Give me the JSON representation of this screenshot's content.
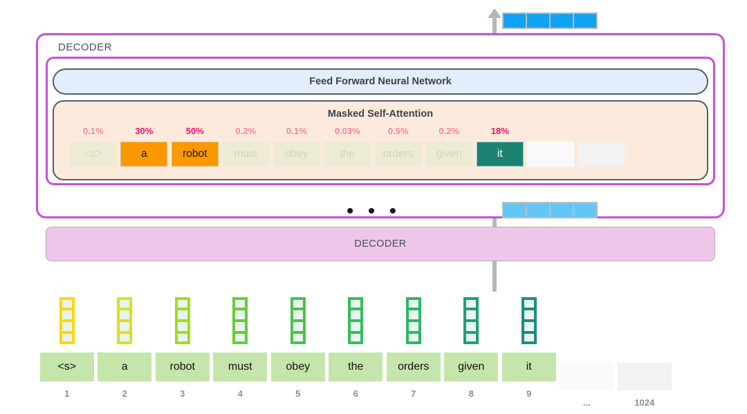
{
  "arrow": {
    "name": "output-flow-arrow"
  },
  "output_vector": {
    "label": "output-vector",
    "cells": 4,
    "color": "#12a2f2"
  },
  "mid_vector": {
    "label": "intermediate-vector",
    "cells": 4,
    "color": "#63c6f5"
  },
  "outer_decoder": {
    "label": "DECODER"
  },
  "ffnn": {
    "label": "Feed Forward Neural Network"
  },
  "masked_self_attention": {
    "title": "Masked Self-Attention",
    "columns": [
      {
        "pct": "0.1%",
        "token": "<s>",
        "state": "dim"
      },
      {
        "pct": "30%",
        "token": "a",
        "state": "hot"
      },
      {
        "pct": "50%",
        "token": "robot",
        "state": "hot"
      },
      {
        "pct": "0.2%",
        "token": "must",
        "state": "dim"
      },
      {
        "pct": "0.1%",
        "token": "obey",
        "state": "dim"
      },
      {
        "pct": "0.03%",
        "token": "the",
        "state": "dim"
      },
      {
        "pct": "0.5%",
        "token": "orders",
        "state": "dim"
      },
      {
        "pct": "0.2%",
        "token": "given",
        "state": "dim"
      },
      {
        "pct": "18%",
        "token": "it",
        "state": "sel"
      },
      {
        "pct": "",
        "token": "",
        "state": "blank-a"
      },
      {
        "pct": "",
        "token": "",
        "state": "blank-b"
      }
    ]
  },
  "ellipsis": {
    "label": "• • •"
  },
  "decoder_block": {
    "label": "DECODER"
  },
  "token_strip": {
    "columns": [
      {
        "token": "<s>",
        "index": "1",
        "vector_color": "#ffd60a",
        "has_vector": true,
        "state": "g"
      },
      {
        "token": "a",
        "index": "2",
        "vector_color": "#d9e021",
        "has_vector": true,
        "state": "g"
      },
      {
        "token": "robot",
        "index": "3",
        "vector_color": "#a8d922",
        "has_vector": true,
        "state": "g"
      },
      {
        "token": "must",
        "index": "4",
        "vector_color": "#68cb3a",
        "has_vector": true,
        "state": "g"
      },
      {
        "token": "obey",
        "index": "5",
        "vector_color": "#49c24f",
        "has_vector": true,
        "state": "g"
      },
      {
        "token": "the",
        "index": "6",
        "vector_color": "#33bd5c",
        "has_vector": true,
        "state": "g"
      },
      {
        "token": "orders",
        "index": "7",
        "vector_color": "#2bb869",
        "has_vector": true,
        "state": "g"
      },
      {
        "token": "given",
        "index": "8",
        "vector_color": "#1f9f77",
        "has_vector": true,
        "state": "g"
      },
      {
        "token": "it",
        "index": "9",
        "vector_color": "#1d8c83",
        "has_vector": true,
        "state": "g"
      },
      {
        "token": "",
        "index": "...",
        "vector_color": "",
        "has_vector": false,
        "state": "e1"
      },
      {
        "token": "",
        "index": "1024",
        "vector_color": "",
        "has_vector": false,
        "state": "e2"
      }
    ]
  }
}
